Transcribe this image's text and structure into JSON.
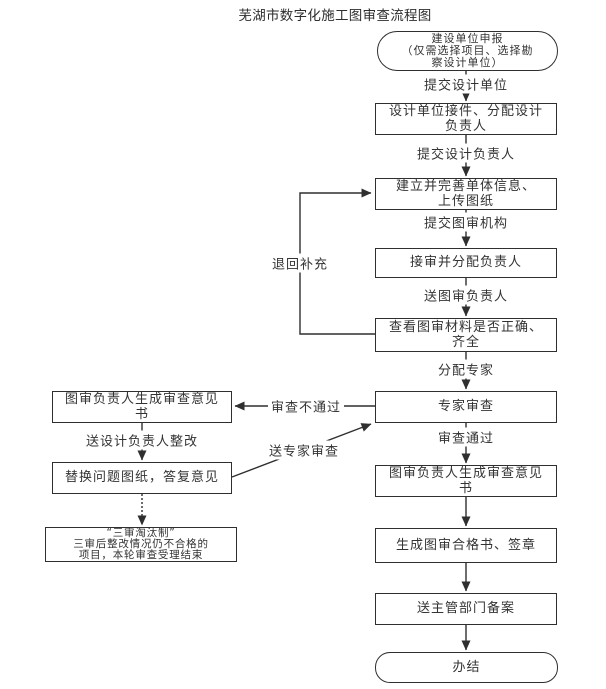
{
  "title": "芜湖市数字化施工图审查流程图",
  "nodes": {
    "start": "建设单位申报\n（仅需选择项目、选择勘\n察设计单位）",
    "design_unit_accept": "设计单位接件、分配设计\n负责人",
    "create_unit_info": "建立并完善单体信息、\n上传图纸",
    "accept_assign_lead": "接审并分配负责人",
    "check_materials": "查看图审材料是否正确、\n齐全",
    "expert_review": "专家审查",
    "review_opinion_right": "图审负责人生成审查意见\n书",
    "generate_certificate": "生成图审合格书、签章",
    "send_filing": "送主管部门备案",
    "end": "办结",
    "review_opinion_left": "图审负责人生成审查意见\n书",
    "replace_drawings": "替换问题图纸，答复意见",
    "three_review_elimination": "“三审淘汰制”\n三审后整改情况仍不合格的\n项目，本轮审查受理结束"
  },
  "edge_labels": {
    "submit_design_unit": "提交设计单位",
    "submit_design_lead": "提交设计负责人",
    "submit_review_org": "提交图审机构",
    "send_review_lead": "送图审负责人",
    "assign_experts": "分配专家",
    "review_passed": "审查通过",
    "review_failed": "审查不通过",
    "send_expert_review": "送专家审查",
    "return_supplement": "退回补充",
    "send_design_lead_rectify": "送设计负责人整改"
  },
  "colors": {
    "line": "#2f2f2f",
    "text": "#333333",
    "background": "#ffffff"
  }
}
